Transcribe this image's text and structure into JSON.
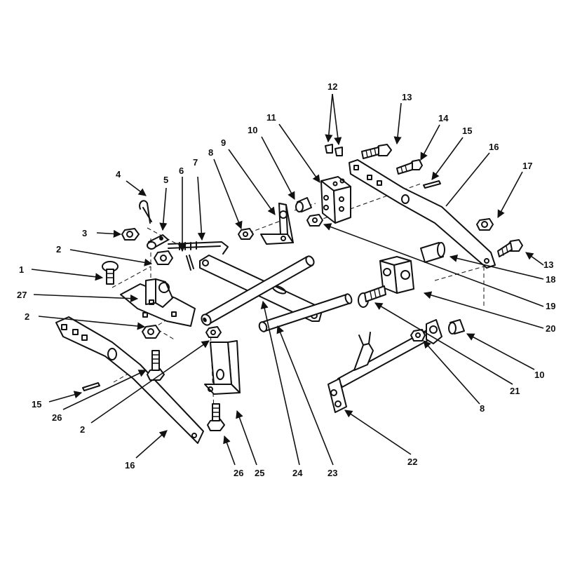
{
  "callouts": {
    "c1": "1",
    "c2a": "2",
    "c2b": "2",
    "c2c": "2",
    "c3": "3",
    "c4": "4",
    "c5": "5",
    "c6": "6",
    "c7": "7",
    "c8a": "8",
    "c8b": "8",
    "c9": "9",
    "c10a": "10",
    "c10b": "10",
    "c11": "11",
    "c12": "12",
    "c13a": "13",
    "c13b": "13",
    "c14": "14",
    "c15a": "15",
    "c15b": "15",
    "c16a": "16",
    "c16b": "16",
    "c17": "17",
    "c18": "18",
    "c19": "19",
    "c20": "20",
    "c21": "21",
    "c22": "22",
    "c23": "23",
    "c24": "24",
    "c25": "25",
    "c26a": "26",
    "c26b": "26",
    "c27": "27"
  }
}
